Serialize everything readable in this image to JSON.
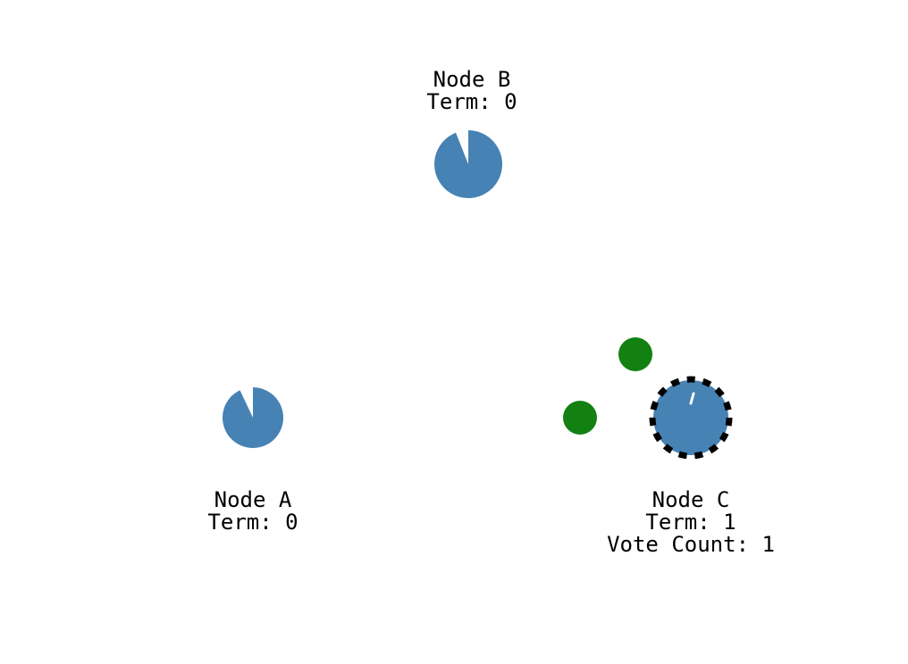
{
  "colors": {
    "node": "#4682b4",
    "message": "#128112",
    "candidate_ring": "#000000",
    "timer_mark": "#ffffff"
  },
  "nodes": [
    {
      "id": "A",
      "name": "Node A",
      "term": "Term: 0",
      "role": "follower",
      "election_timer_remaining": 0.93
    },
    {
      "id": "B",
      "name": "Node B",
      "term": "Term: 0",
      "role": "follower",
      "election_timer_remaining": 0.94
    },
    {
      "id": "C",
      "name": "Node C",
      "term": "Term: 1",
      "vote_count": "Vote Count: 1",
      "role": "candidate"
    }
  ],
  "messages": [
    {
      "type": "vote-request",
      "from": "C",
      "to": "B"
    },
    {
      "type": "vote-request",
      "from": "C",
      "to": "A"
    }
  ]
}
